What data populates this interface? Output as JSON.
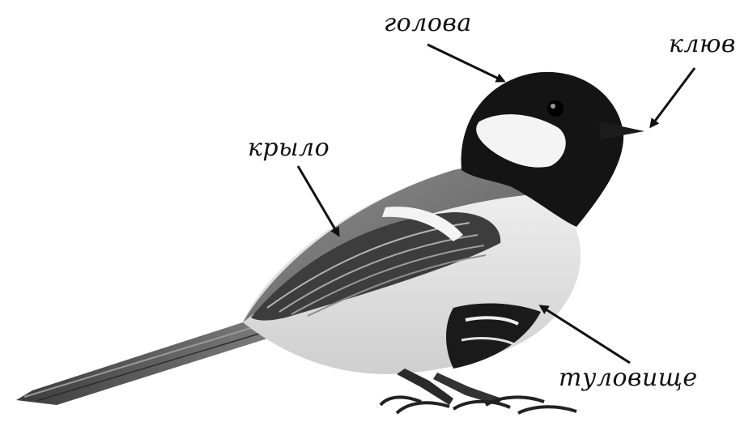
{
  "labels": {
    "head": "голова",
    "beak": "клюв",
    "wing": "крыло",
    "body": "туловище"
  },
  "colors": {
    "background": "#ffffff",
    "ink": "#111111",
    "plumage_dark": "#151515",
    "plumage_mid": "#7a7a7a",
    "plumage_light": "#e6e6e6"
  }
}
